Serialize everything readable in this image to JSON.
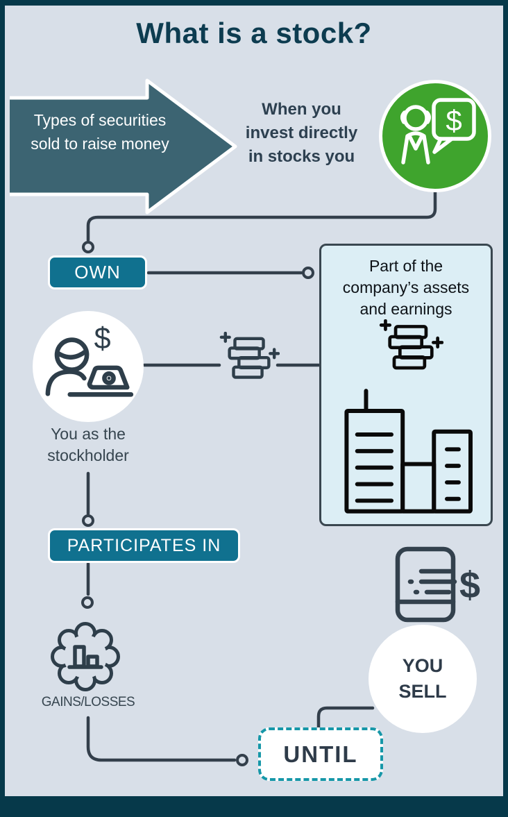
{
  "header": {
    "title": "What is a stock?"
  },
  "colors": {
    "frame": "#06394a",
    "background": "#d8dfe8",
    "title_text": "#0d3c50",
    "arrow_fill": "#3c6472",
    "button_teal": "#10718f",
    "green_badge": "#3fa42d",
    "connector": "#333f4b",
    "panel_fill": "#dceef5",
    "panel_border": "#3a4750",
    "until_dash_teal": "#1697a8",
    "dark_text": "#2d4050"
  },
  "glyphs": {
    "dollar": "$"
  },
  "intro": {
    "arrow_label": "Types of securities\nsold to raise money",
    "lead_text": "When you\ninvest directly\nin stocks you"
  },
  "nodes": {
    "own": {
      "label": "OWN"
    },
    "panel": {
      "text": "Part of the\ncompany’s assets\nand earnings"
    },
    "stockholder": {
      "caption": "You as the\nstockholder"
    },
    "participates": {
      "label": "PARTICIPATES IN"
    },
    "gains": {
      "label": "GAINS/LOSSES"
    },
    "you_sell": {
      "label": "YOU\nSELL"
    },
    "until": {
      "label": "UNTIL"
    }
  },
  "icons": {
    "lead_badge": "people-dollar-chat-icon",
    "stockholder": "person-laptop-dollar-icon",
    "cash_transfer": "cash-stack-icon",
    "company": "company-buildings-icon",
    "gains": "gear-bar-chart-icon",
    "sell": "receipt-dollar-icon"
  }
}
